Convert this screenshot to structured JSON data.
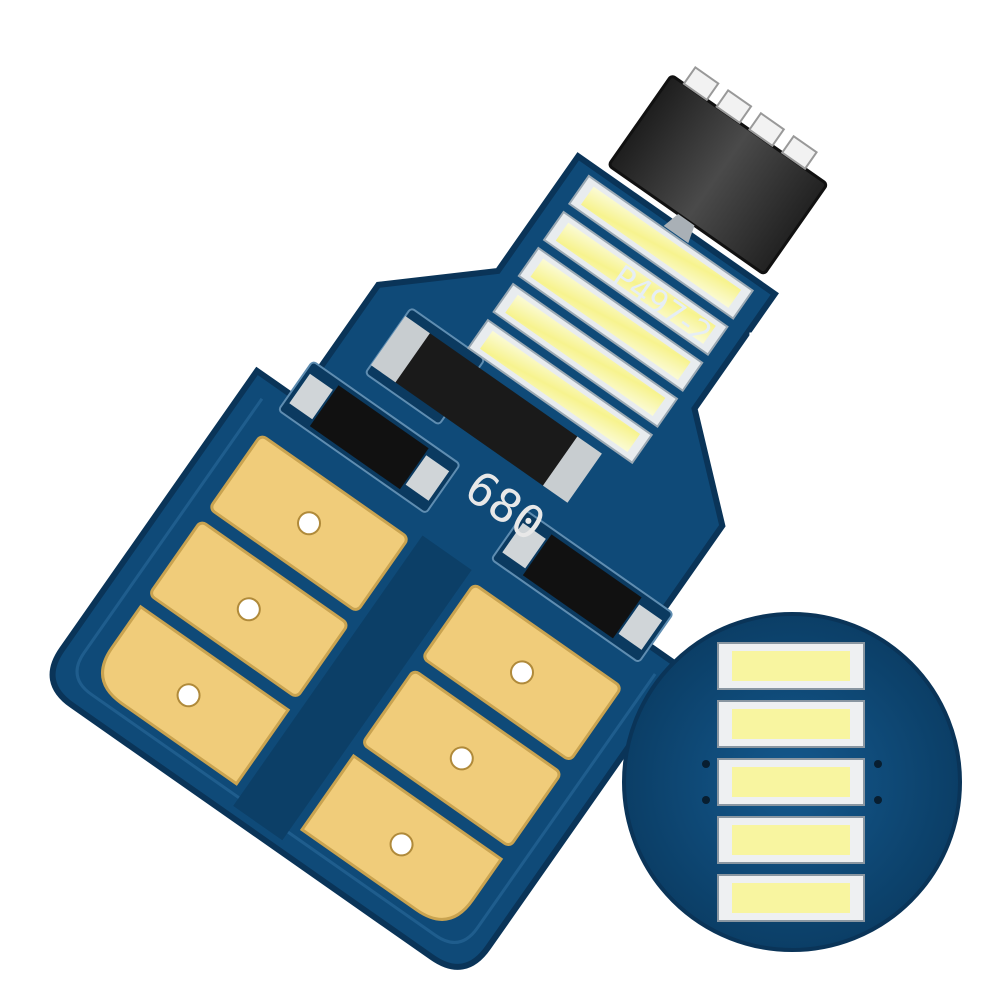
{
  "product": {
    "board_marking": "P497-2",
    "polarity_marking": "+",
    "resistor_code": "680"
  },
  "colors": {
    "pcb_blue": "#0f4a78",
    "pcb_edge": "#0a3458",
    "gold_pad": "#f0cc7a",
    "led_yellow": "#f8f5a0",
    "led_frame": "#e8ecef",
    "heatsink": "#3a3a3a"
  },
  "inset": {
    "led_count": 5
  }
}
